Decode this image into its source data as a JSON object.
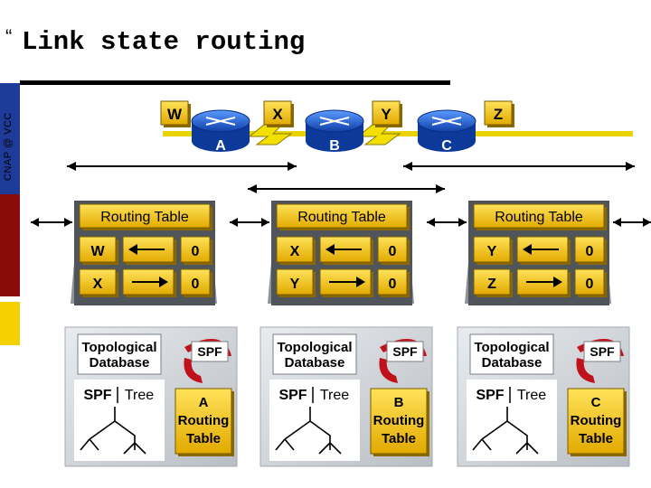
{
  "slide": {
    "title": "Link state routing",
    "vertical_label": "CNAP @ VCC"
  },
  "diagram": {
    "networks": [
      "W",
      "X",
      "Y",
      "Z"
    ],
    "routers": [
      "A",
      "B",
      "C"
    ],
    "tables": [
      {
        "header": "Routing Table",
        "rows": [
          {
            "net": "W",
            "arrow": "left",
            "cost": "0"
          },
          {
            "net": "X",
            "arrow": "right",
            "cost": "0"
          }
        ]
      },
      {
        "header": "Routing Table",
        "rows": [
          {
            "net": "X",
            "arrow": "left",
            "cost": "0"
          },
          {
            "net": "Y",
            "arrow": "right",
            "cost": "0"
          }
        ]
      },
      {
        "header": "Routing Table",
        "rows": [
          {
            "net": "Y",
            "arrow": "left",
            "cost": "0"
          },
          {
            "net": "Z",
            "arrow": "right",
            "cost": "0"
          }
        ]
      }
    ],
    "nodes": [
      {
        "topo_line1": "Topological",
        "topo_line2": "Database",
        "spf": "SPF",
        "tree_spf": "SPF",
        "tree_word": "Tree",
        "rt_line1": "A",
        "rt_line2": "Routing",
        "rt_line3": "Table"
      },
      {
        "topo_line1": "Topological",
        "topo_line2": "Database",
        "spf": "SPF",
        "tree_spf": "SPF",
        "tree_word": "Tree",
        "rt_line1": "B",
        "rt_line2": "Routing",
        "rt_line3": "Table"
      },
      {
        "topo_line1": "Topological",
        "topo_line2": "Database",
        "spf": "SPF",
        "tree_spf": "SPF",
        "tree_word": "Tree",
        "rt_line1": "C",
        "rt_line2": "Routing",
        "rt_line3": "Table"
      }
    ],
    "colors": {
      "yellow": "#f2c200",
      "router_blue": "#1f5fd6",
      "panel_gray": "#cfd3d8",
      "link_yellow": "#f3e000",
      "spf_red": "#c0121b"
    }
  }
}
